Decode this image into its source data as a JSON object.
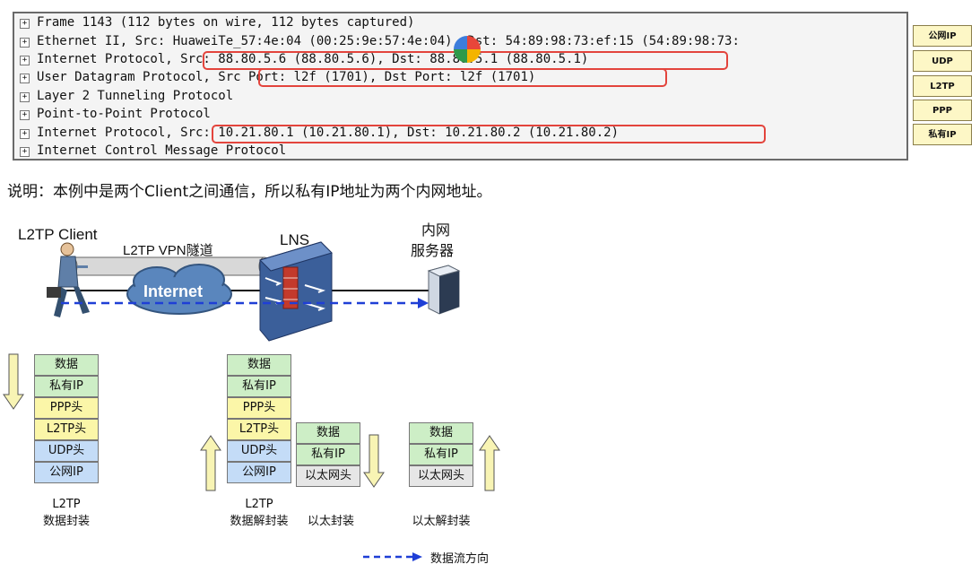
{
  "capture": {
    "rows": [
      "Frame 1143 (112 bytes on wire, 112 bytes captured)",
      "Ethernet II, Src: HuaweiTe_57:4e:04 (00:25:9e:57:4e:04), Dst: 54:89:98:73:ef:15 (54:89:98:73:",
      "Internet Protocol, Src: 88.80.5.6 (88.80.5.6), Dst: 88.80.5.1 (88.80.5.1)",
      "User Datagram Protocol, Src Port: l2f (1701), Dst Port: l2f (1701)",
      "Layer 2 Tunneling Protocol",
      "Point-to-Point Protocol",
      "Internet Protocol, Src: 10.21.80.1 (10.21.80.1), Dst: 10.21.80.2 (10.21.80.2)",
      "Internet Control Message Protocol"
    ],
    "expander": "+"
  },
  "legend_labels": [
    "公网IP",
    "UDP",
    "L2TP",
    "PPP",
    "私有IP"
  ],
  "note": "说明：本例中是两个Client之间通信，所以私有IP地址为两个内网地址。",
  "diagram": {
    "client_label": "L2TP Client",
    "tunnel_label": "L2TP VPN隧道",
    "internet_label": "Internet",
    "lns_label": "LNS",
    "server_label_line1": "内网",
    "server_label_line2": "服务器",
    "stack1": [
      "数据",
      "私有IP",
      "PPP头",
      "L2TP头",
      "UDP头",
      "公网IP"
    ],
    "stack2": [
      "数据",
      "私有IP",
      "PPP头",
      "L2TP头",
      "UDP头",
      "公网IP"
    ],
    "stack3": [
      "数据",
      "私有IP",
      "以太网头"
    ],
    "stack4": [
      "数据",
      "私有IP",
      "以太网头"
    ],
    "caption1_line1": "L2TP",
    "caption1_line2": "数据封装",
    "caption2_line1": "L2TP",
    "caption2_line2": "数据解封装",
    "caption3": "以太封装",
    "caption4": "以太解封装",
    "flow_legend": "数据流方向"
  },
  "colors": {
    "highlight_box": "#e3443c",
    "flow_arrow": "#1f3fd6",
    "cell_green": "#cdeec6",
    "cell_yellow": "#fbf6a8",
    "cell_blue": "#c4dcf7",
    "cell_gray": "#e6e6e6"
  }
}
